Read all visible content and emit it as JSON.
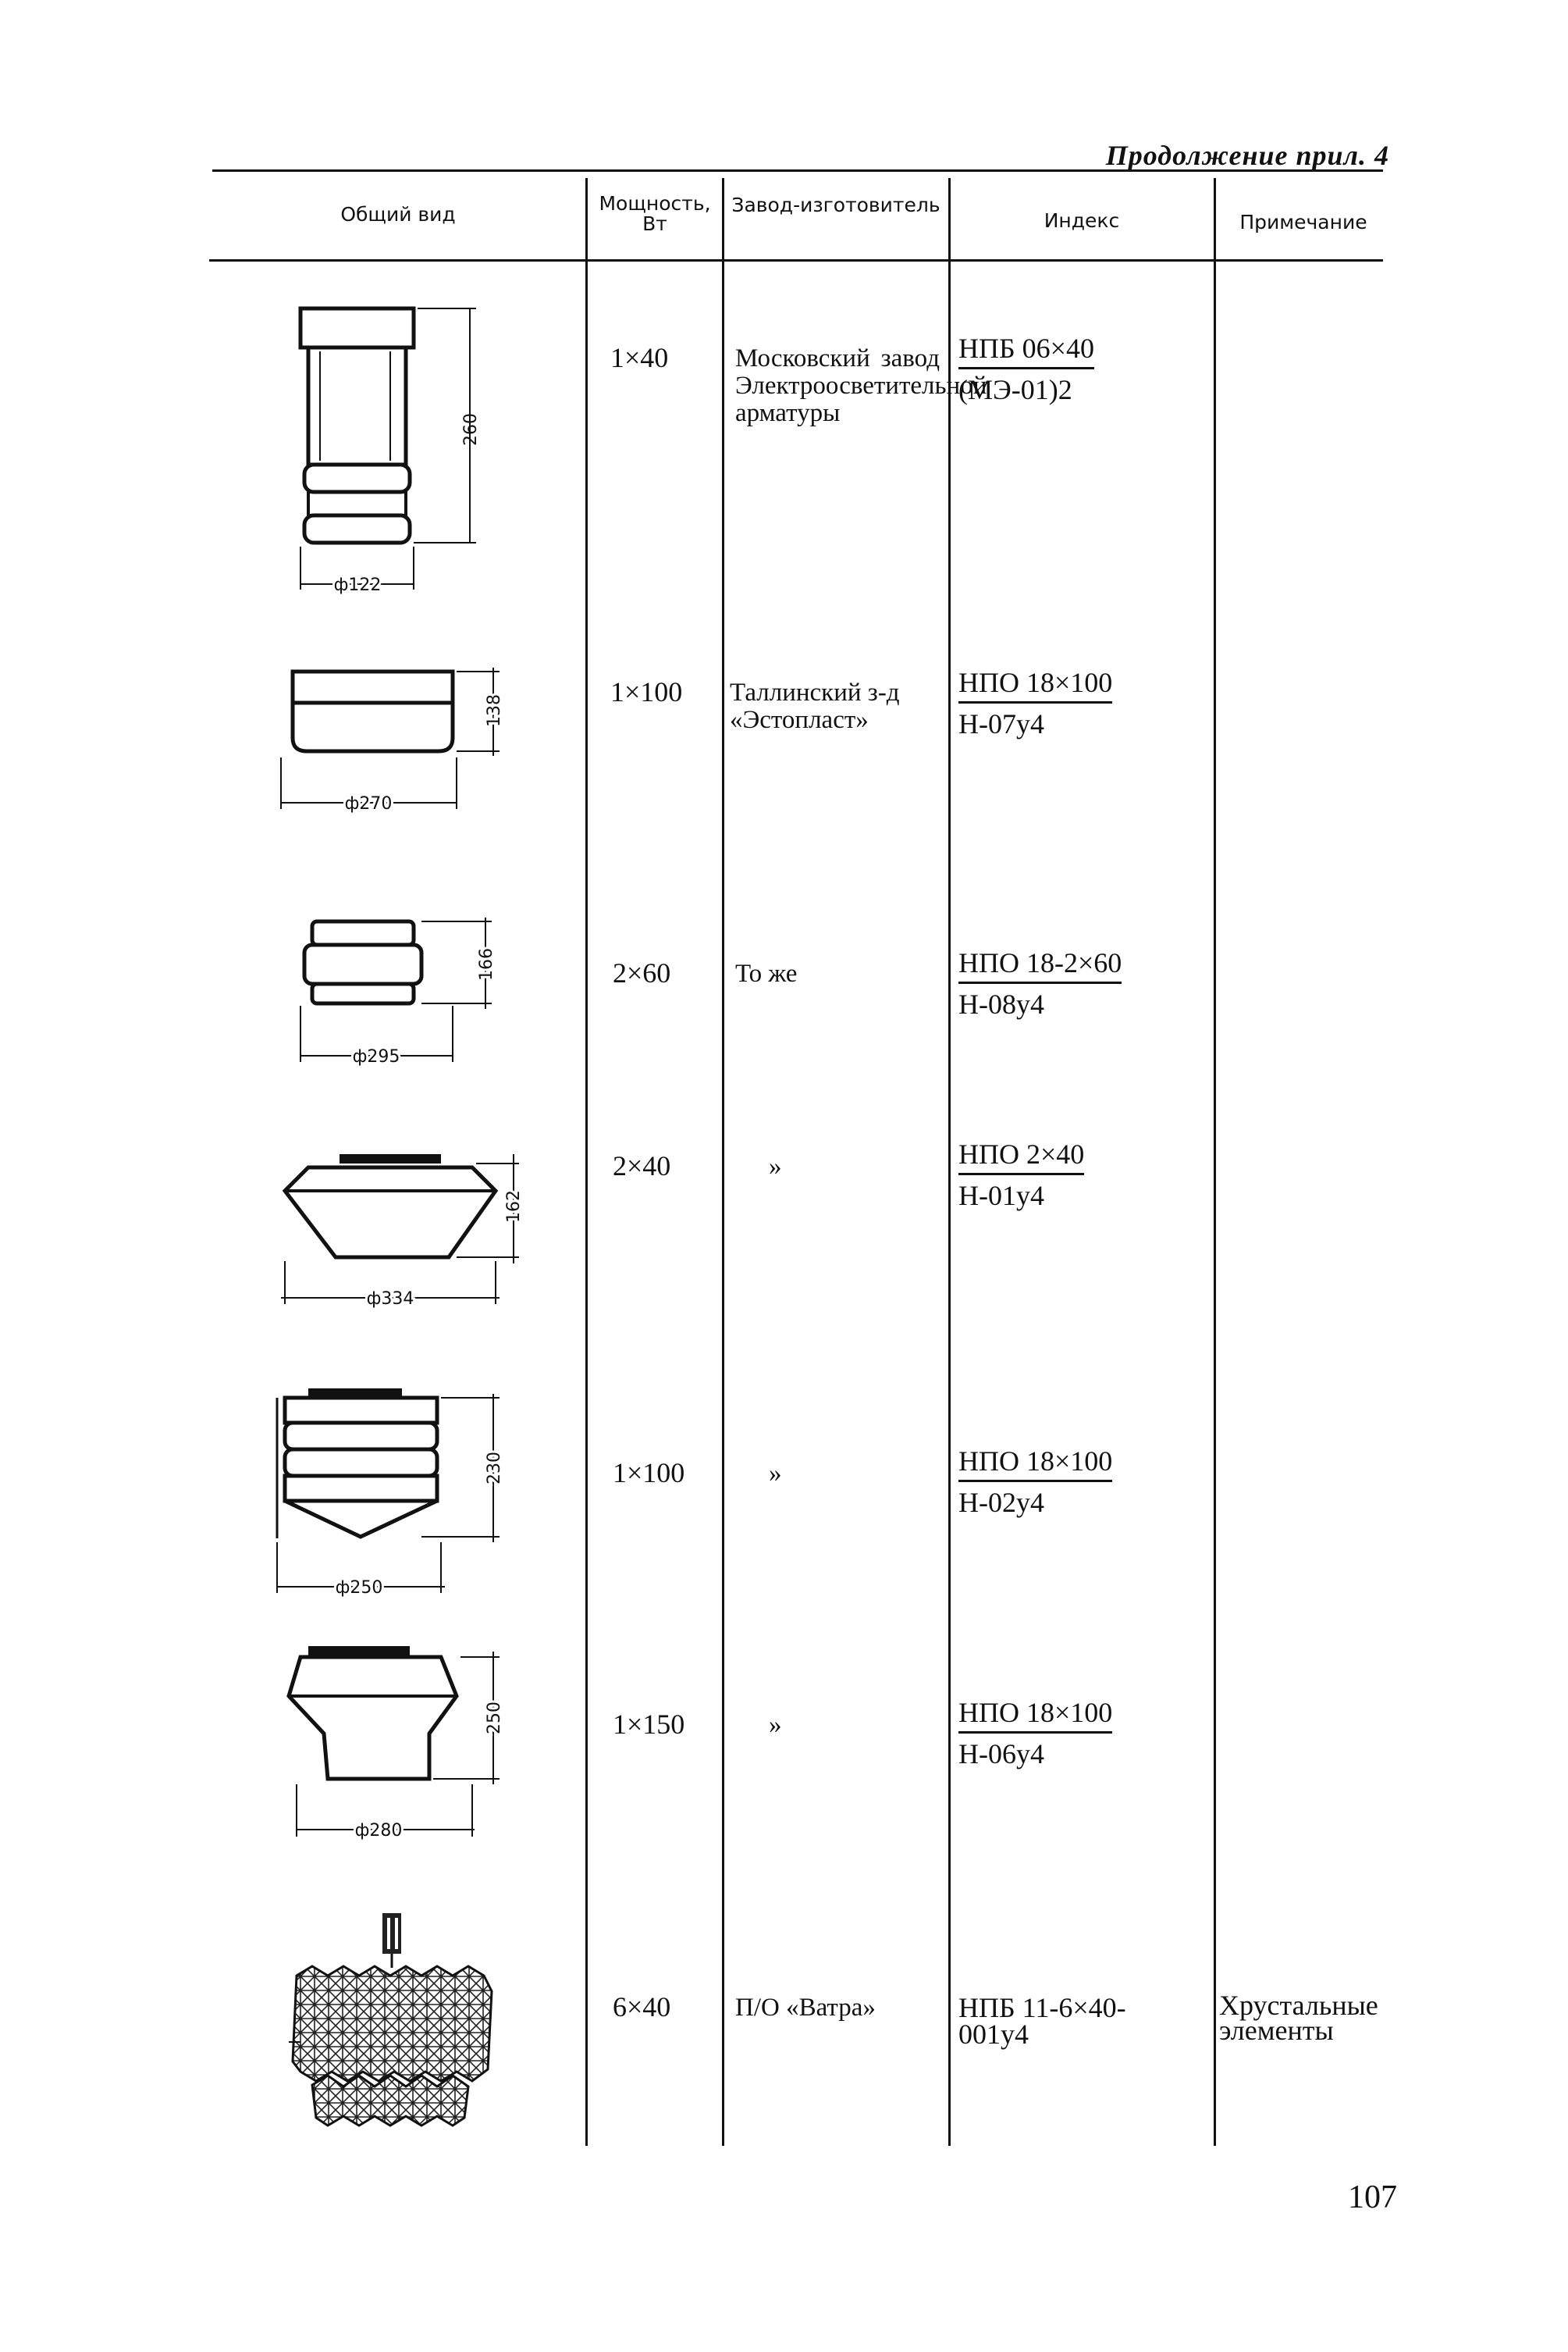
{
  "header": {
    "continuation": "Продолжение прил. 4"
  },
  "table": {
    "columns": [
      "Общий вид",
      "Мощность, Вт",
      "Завод-изготовитель",
      "Индекс",
      "Примечание"
    ],
    "rows": [
      {
        "dims": {
          "height": "260",
          "diameter": "ф122"
        },
        "power": "1×40",
        "maker": "Московский завод Электроосветительной арматуры",
        "index_top": "НПБ 06×40",
        "index_bottom": "(МЭ-01)2",
        "note": ""
      },
      {
        "dims": {
          "height": "138",
          "diameter": "ф270"
        },
        "power": "1×100",
        "maker": "Таллинский з-д «Эстопласт»",
        "index_top": "НПО 18×100",
        "index_bottom": "Н-07у4",
        "note": ""
      },
      {
        "dims": {
          "height": "166",
          "diameter": "ф295"
        },
        "power": "2×60",
        "maker": "То же",
        "index_top": "НПО 18-2×60",
        "index_bottom": "Н-08у4",
        "note": ""
      },
      {
        "dims": {
          "height": "162",
          "diameter": "ф334"
        },
        "power": "2×40",
        "maker": "»",
        "index_top": "НПО 2×40",
        "index_bottom": "Н-01у4",
        "note": ""
      },
      {
        "dims": {
          "height": "230",
          "diameter": "ф250"
        },
        "power": "1×100",
        "maker": "»",
        "index_top": "НПО 18×100",
        "index_bottom": "Н-02у4",
        "note": ""
      },
      {
        "dims": {
          "height": "250",
          "diameter": "ф280"
        },
        "power": "1×150",
        "maker": "»",
        "index_top": "НПО 18×100",
        "index_bottom": "Н-06у4",
        "note": ""
      },
      {
        "dims": {
          "height": "",
          "diameter": ""
        },
        "power": "6×40",
        "maker": "П/О «Ватра»",
        "index_top": "НПБ 11-6×40-001у4",
        "index_bottom": "",
        "note": "Хрустальные элементы"
      }
    ]
  },
  "page_number": "107"
}
